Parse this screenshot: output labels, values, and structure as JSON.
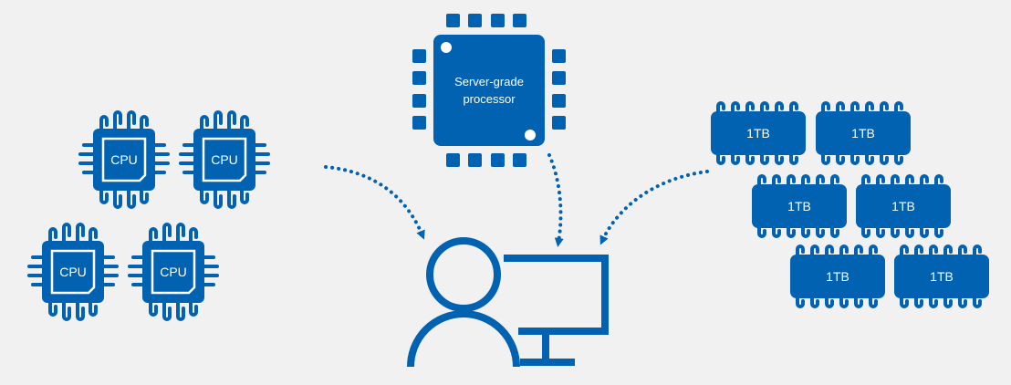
{
  "colors": {
    "accent": "#0062b1",
    "background": "#f1f1f1",
    "chip_text": "#ffffff"
  },
  "cpu_chips": [
    {
      "label": "CPU"
    },
    {
      "label": "CPU"
    },
    {
      "label": "CPU"
    },
    {
      "label": "CPU"
    }
  ],
  "server_processor": {
    "label_line1": "Server-grade",
    "label_line2": "processor"
  },
  "memory_modules": [
    {
      "label": "1TB"
    },
    {
      "label": "1TB"
    },
    {
      "label": "1TB"
    },
    {
      "label": "1TB"
    },
    {
      "label": "1TB"
    },
    {
      "label": "1TB"
    }
  ],
  "icons": [
    "cpu-chip-icon",
    "server-processor-icon",
    "memory-module-icon",
    "user-at-computer-icon",
    "dotted-arrow-icon"
  ]
}
